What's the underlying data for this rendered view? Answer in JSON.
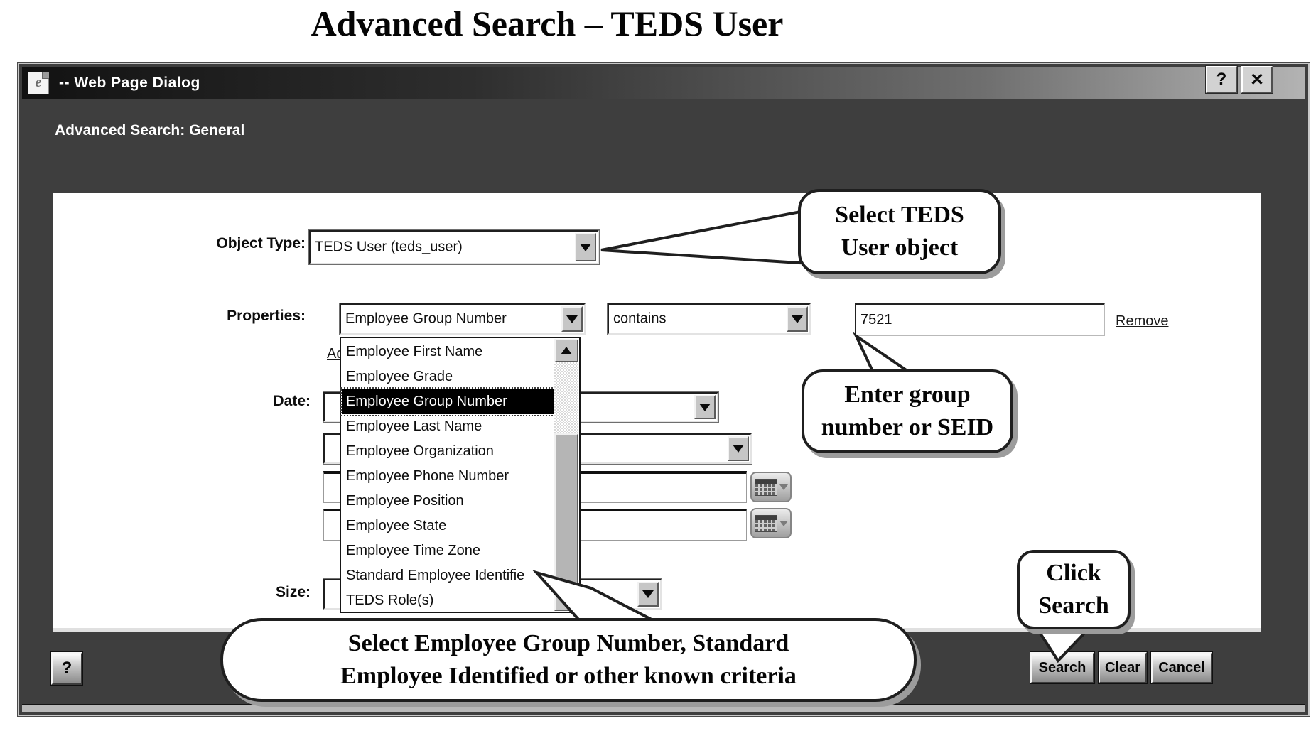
{
  "heading": "Advanced Search – TEDS User",
  "window": {
    "title_bar": {
      "title": "-- Web Page Dialog",
      "help": "?",
      "close": "✕"
    },
    "section_title": "Advanced Search: General"
  },
  "form": {
    "object_type": {
      "label": "Object Type:",
      "value": "TEDS User (teds_user)"
    },
    "properties": {
      "label": "Properties:",
      "property": "Employee Group Number",
      "operator": "contains",
      "value": "7521",
      "remove": "Remove",
      "add_partial": "Add"
    },
    "date": {
      "label": "Date:"
    },
    "size": {
      "label": "Size:"
    }
  },
  "property_dropdown": {
    "items": [
      "Employee First Name",
      "Employee Grade",
      "Employee Group Number",
      "Employee Last Name",
      "Employee Organization",
      "Employee Phone Number",
      "Employee Position",
      "Employee State",
      "Employee Time Zone",
      "Standard Employee Identifie",
      "TEDS Role(s)"
    ],
    "selected": "Employee Group Number"
  },
  "callouts": {
    "object_type": {
      "line1": "Select TEDS",
      "line2": "User object"
    },
    "value": {
      "line1": "Enter group",
      "line2": "number or SEID"
    },
    "search": {
      "line1": "Click",
      "line2": "Search"
    },
    "properties": {
      "line1": "Select Employee Group Number, Standard",
      "line2": "Employee Identified or other known criteria"
    }
  },
  "footer_buttons": {
    "help": "?",
    "search": "Search",
    "clear": "Clear",
    "cancel": "Cancel"
  },
  "colors": {
    "dialog_bg": "#3e3e3e",
    "titlebar_dark": "#121212",
    "titlebar_light": "#b3b3b3",
    "content_bg": "#ffffff",
    "highlight_bg": "#000000",
    "highlight_fg": "#ffffff"
  }
}
